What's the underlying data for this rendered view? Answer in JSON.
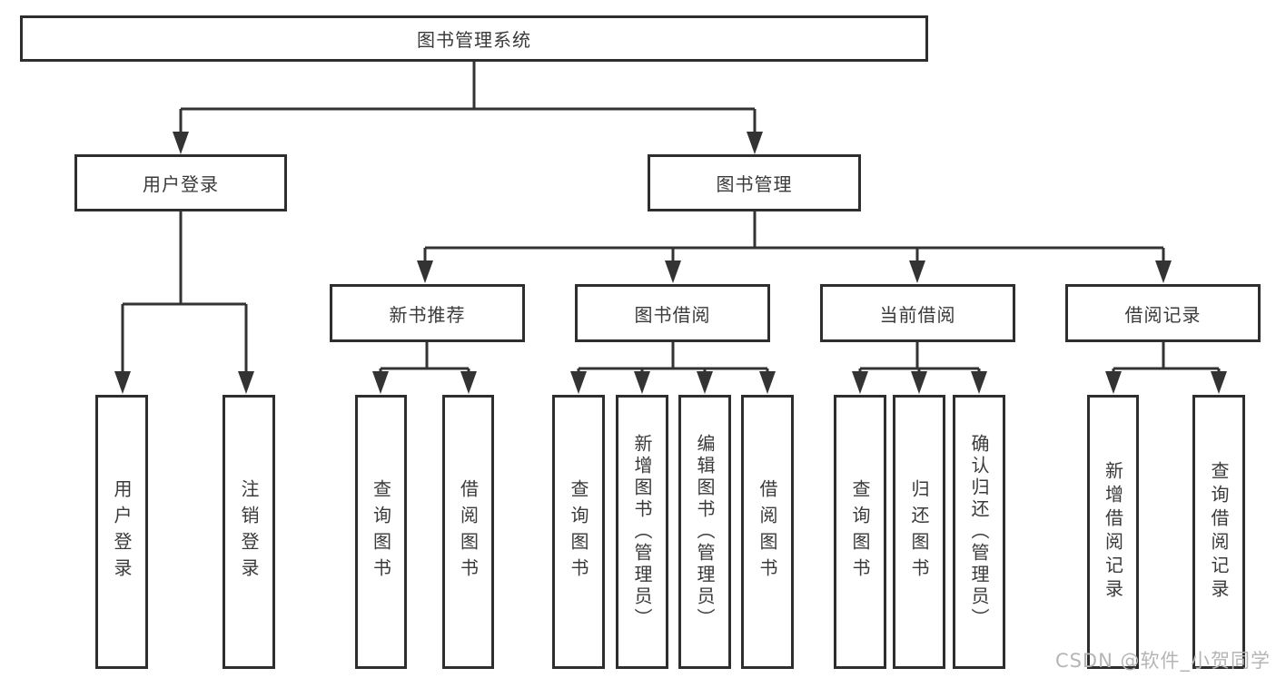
{
  "diagram": {
    "tree": {
      "label": "图书管理系统",
      "children": [
        {
          "label": "用户登录",
          "children": [
            {
              "label": "用户登录"
            },
            {
              "label": "注销登录"
            }
          ]
        },
        {
          "label": "图书管理",
          "children": [
            {
              "label": "新书推荐",
              "children": [
                {
                  "label": "查询图书"
                },
                {
                  "label": "借阅图书"
                }
              ]
            },
            {
              "label": "图书借阅",
              "children": [
                {
                  "label": "查询图书"
                },
                {
                  "label": "新增图书（管理员）"
                },
                {
                  "label": "编辑图书（管理员）"
                },
                {
                  "label": "借阅图书"
                }
              ]
            },
            {
              "label": "当前借阅",
              "children": [
                {
                  "label": "查询图书"
                },
                {
                  "label": "归还图书"
                },
                {
                  "label": "确认归还（管理员）"
                }
              ]
            },
            {
              "label": "借阅记录",
              "children": [
                {
                  "label": "新增借阅记录"
                },
                {
                  "label": "查询借阅记录"
                }
              ]
            }
          ]
        }
      ]
    },
    "colors": {
      "line": "#333333",
      "box_border": "#2e2e2e",
      "text": "#3a3a3a",
      "watermark": "#b5b5b5",
      "background": "#ffffff"
    }
  },
  "watermark": {
    "text": "CSDN @软件_小贺同学"
  }
}
